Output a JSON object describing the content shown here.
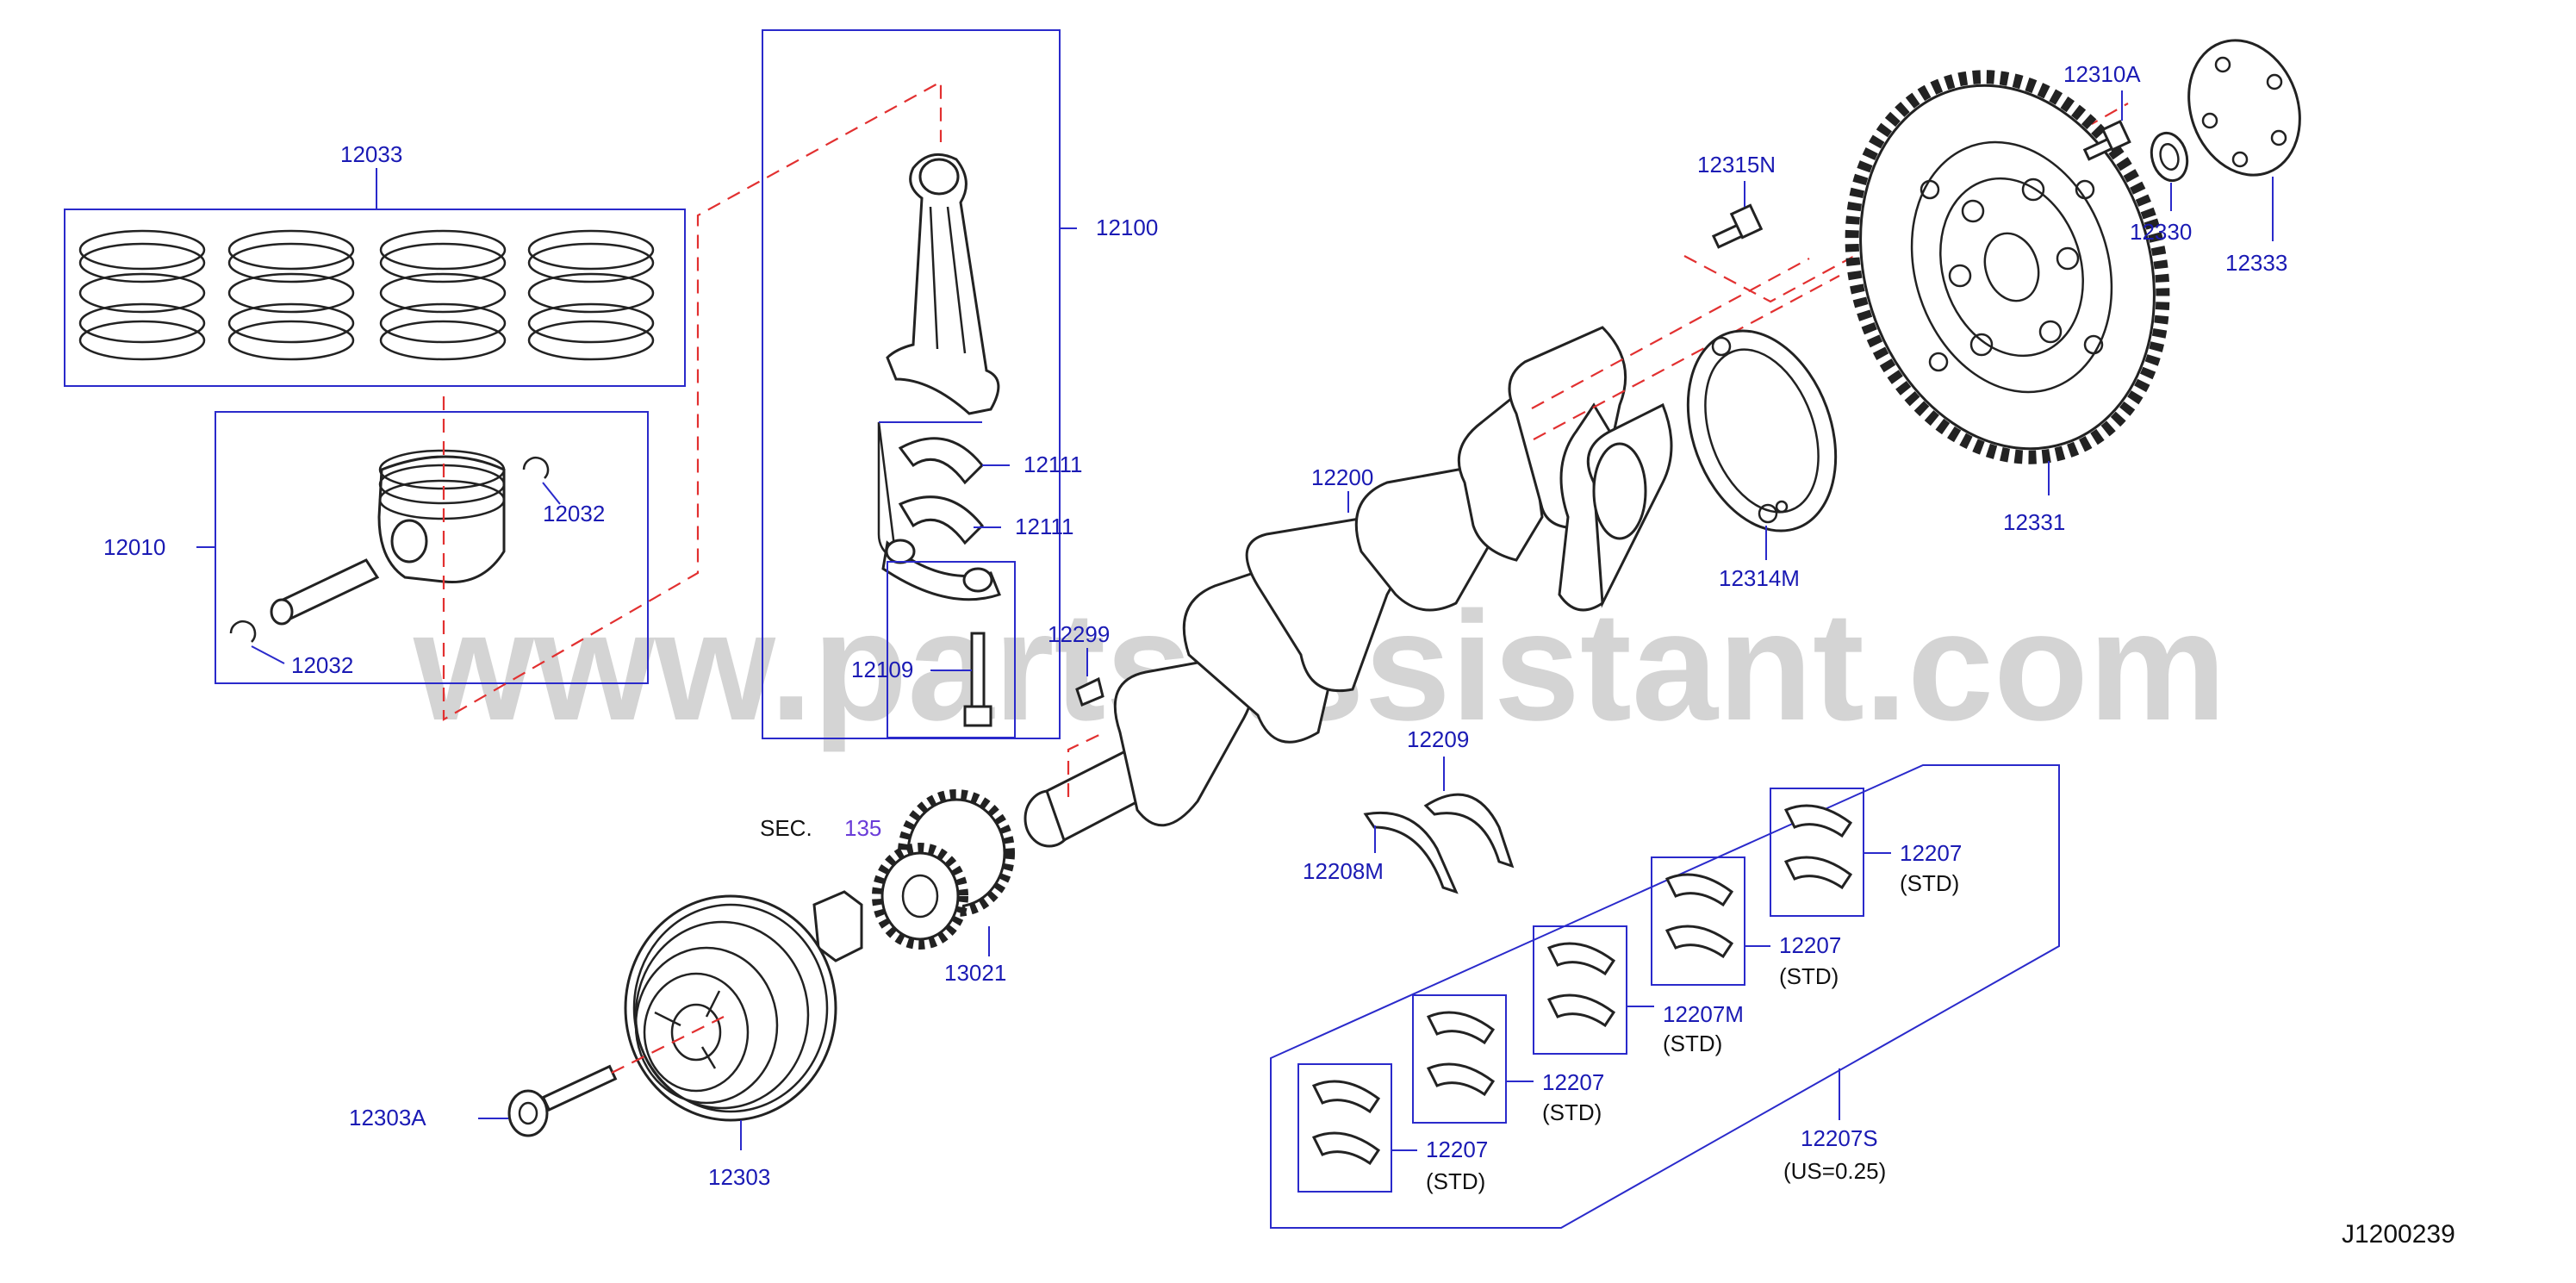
{
  "diagram": {
    "watermark": "www.partsassistant.com",
    "diagram_code": "J1200239",
    "sec_ref": {
      "label": "SEC.",
      "number": "135"
    },
    "parts": {
      "rings": "12033",
      "piston": "12010",
      "snap_ring_top": "12032",
      "snap_ring_bottom": "12032",
      "connecting_rod": "12100",
      "rod_bearing_upper": "12111",
      "rod_bearing_lower": "12111",
      "rod_bolt": "12109",
      "key": "12299",
      "crankshaft": "12200",
      "signal_plate": "12314M",
      "flywheel_bolt": "12315N",
      "flywheel": "12331",
      "pilot_bolt": "12310A",
      "pilot_bushing": "12330",
      "reinforce_plate": "12333",
      "thrust_washer_upper": "12209",
      "thrust_washer_lower": "12208M",
      "crank_sprocket": "13021",
      "pulley": "12303",
      "pulley_bolt": "12303A",
      "bearing_set": "12207S",
      "bearing_1": "12207",
      "bearing_2": "12207",
      "bearing_3": "12207M",
      "bearing_4": "12207",
      "bearing_5": "12207"
    },
    "notes": {
      "std": "(STD)",
      "us": "(US=0.25)"
    }
  }
}
